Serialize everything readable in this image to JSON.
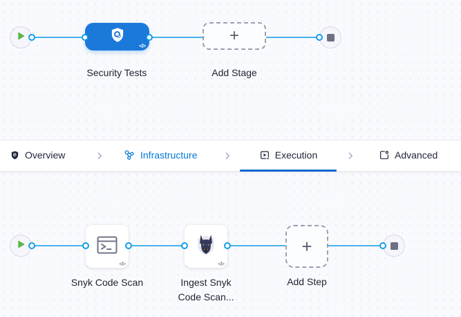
{
  "colors": {
    "accent_blue": "#0278d5",
    "active_tab_underline": "#1266d1",
    "connector_line": "#47b2ee",
    "connector_port_ring": "#149be8",
    "stage_node_blue": "#1b79da",
    "play_green": "#5cb54b",
    "stop_square_gray": "#6e7183"
  },
  "stage_canvas": {
    "stage_label": "Security Tests",
    "add_stage_label": "Add Stage",
    "plus": "+",
    "code_badge": "</>"
  },
  "tabs": {
    "overview": "Overview",
    "infrastructure": "Infrastructure",
    "execution": "Execution",
    "advanced": "Advanced",
    "active_tab": "Execution"
  },
  "step_canvas": {
    "steps": [
      {
        "label": "Snyk Code Scan"
      },
      {
        "label": "Ingest Snyk Code Scan..."
      }
    ],
    "add_step_label": "Add Step",
    "plus": "+",
    "code_badge": "</>"
  }
}
